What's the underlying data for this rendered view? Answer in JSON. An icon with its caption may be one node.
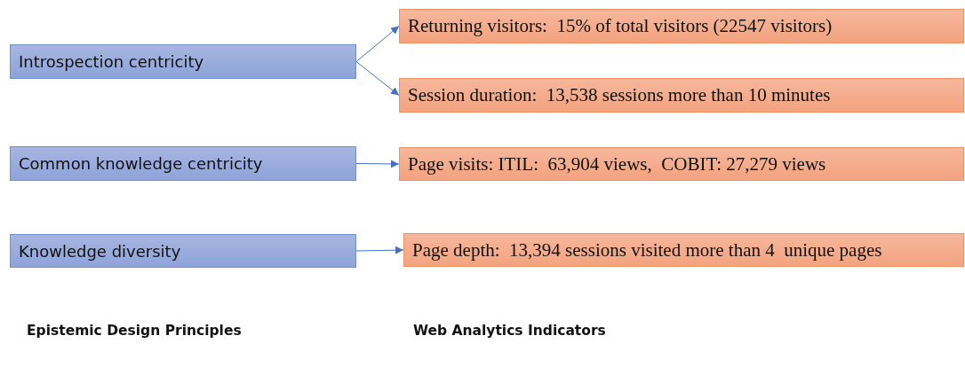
{
  "diagram": {
    "nodes": [
      {
        "text": [
          "Introspection centricity"
        ]
      },
      {
        "text": [
          "Common knowledge centricity"
        ]
      },
      {
        "text": [
          "Knowledge diversity"
        ]
      },
      {
        "text": [
          "Returning visitors:  15% of total visitors (22547 visitors)"
        ]
      },
      {
        "text": [
          "Session duration:  13,538 sessions more than 10 minutes"
        ]
      },
      {
        "text": [
          "Page visits: ITIL:  63,904 views,  COBIT: 27,279 views"
        ]
      },
      {
        "text": [
          "Page depth:  13,394 sessions visited more than 4  unique pages"
        ]
      }
    ],
    "edges": [
      {
        "from": 0,
        "to": 3,
        "arrow": "to"
      },
      {
        "from": 0,
        "to": 4,
        "arrow": "to"
      },
      {
        "from": 1,
        "to": 5,
        "arrow": "to"
      },
      {
        "from": 2,
        "to": 6,
        "arrow": "to"
      }
    ],
    "labels": [
      "Epistemic Design Principles",
      "Web Analytics Indicators"
    ]
  }
}
